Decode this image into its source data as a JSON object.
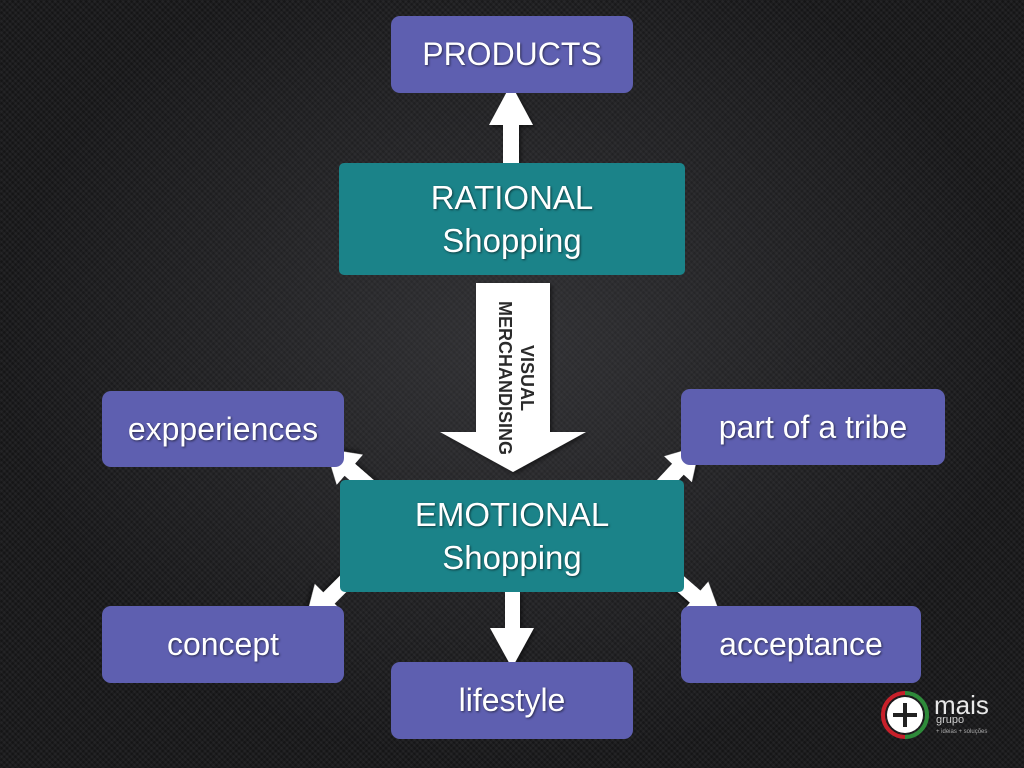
{
  "nodes": {
    "products": "PRODUCTS",
    "rational_line1": "RATIONAL",
    "rational_line2": "Shopping",
    "emotional_line1": "EMOTIONAL",
    "emotional_line2": "Shopping",
    "experiences": "expperiences",
    "tribe": "part of a tribe",
    "concept": "concept",
    "acceptance": "acceptance",
    "lifestyle": "lifestyle"
  },
  "arrow_label": {
    "line1": "VISUAL",
    "line2": "MERCHANDISING"
  },
  "logo": {
    "word": "mais",
    "sub": "grupo",
    "tagline": "+ ideias + soluções"
  },
  "colors": {
    "purple_box": "#5e5fb0",
    "teal_box": "#1b8389",
    "arrow": "#ffffff",
    "logo_red": "#c8202a",
    "logo_green": "#2e8b3a"
  }
}
